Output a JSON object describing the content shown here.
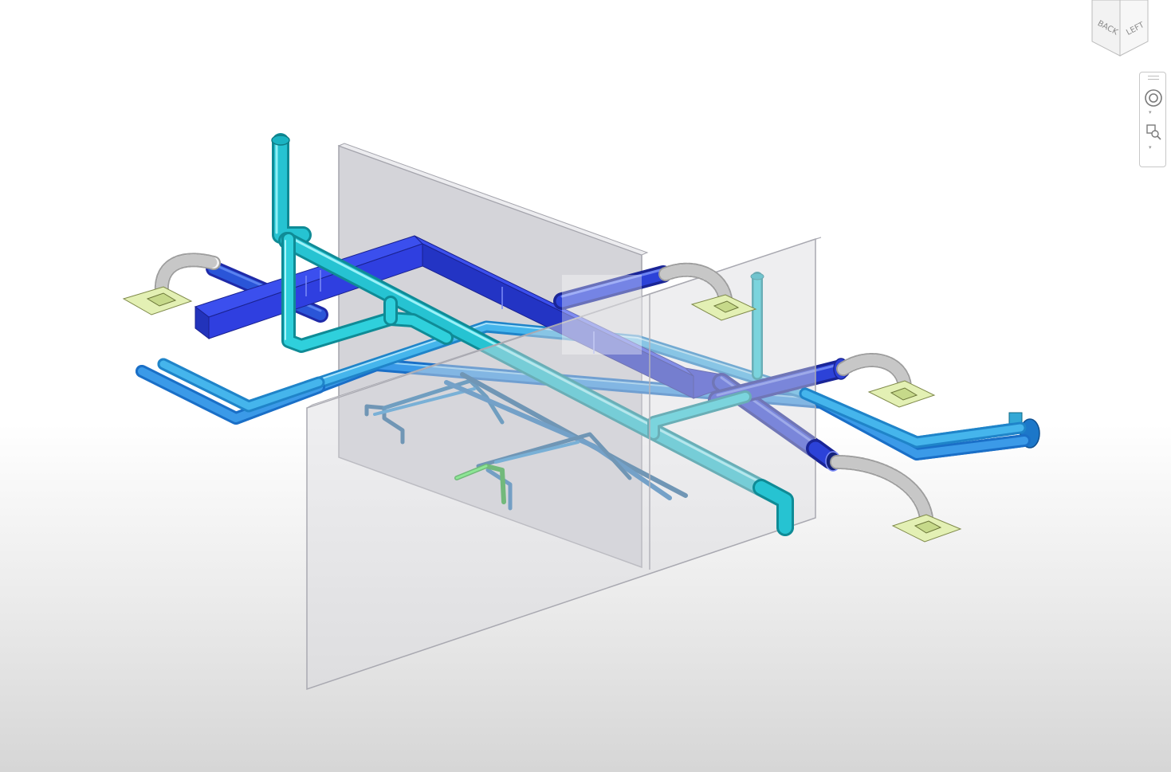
{
  "viewcube": {
    "faces": {
      "back": "BACK",
      "left": "LEFT"
    },
    "colors": {
      "face": "#f4f4f4",
      "edge": "#bcbcbc",
      "text": "#8a8a8a"
    }
  },
  "navigation_bar": {
    "items": [
      {
        "name": "steering-wheel",
        "icon": "steering-wheel-icon"
      },
      {
        "name": "zoom",
        "icon": "zoom-magnifier-icon"
      }
    ],
    "dropdown_glyph": "▾"
  },
  "model": {
    "elements": [
      "wall-panel-back",
      "wall-panel-front",
      "rectangular-duct",
      "round-duct",
      "flex-ducts",
      "ceiling-diffusers",
      "hydronic-pipes",
      "plumbing-pipes"
    ],
    "colors": {
      "duct": "#2f3fe0",
      "duct_dark": "#1f2aa8",
      "round_duct": "#2a55d8",
      "pipe_cyan": "#22c5d4",
      "pipe_cyan_dark": "#129aa8",
      "pipe_blue": "#2b8be6",
      "pipe_light": "#3bb0ea",
      "green_pipe": "#3be04a",
      "flex": "#e8e8e8",
      "diffuser": "#e3f0b4",
      "wall": "#d7d7dc"
    }
  }
}
